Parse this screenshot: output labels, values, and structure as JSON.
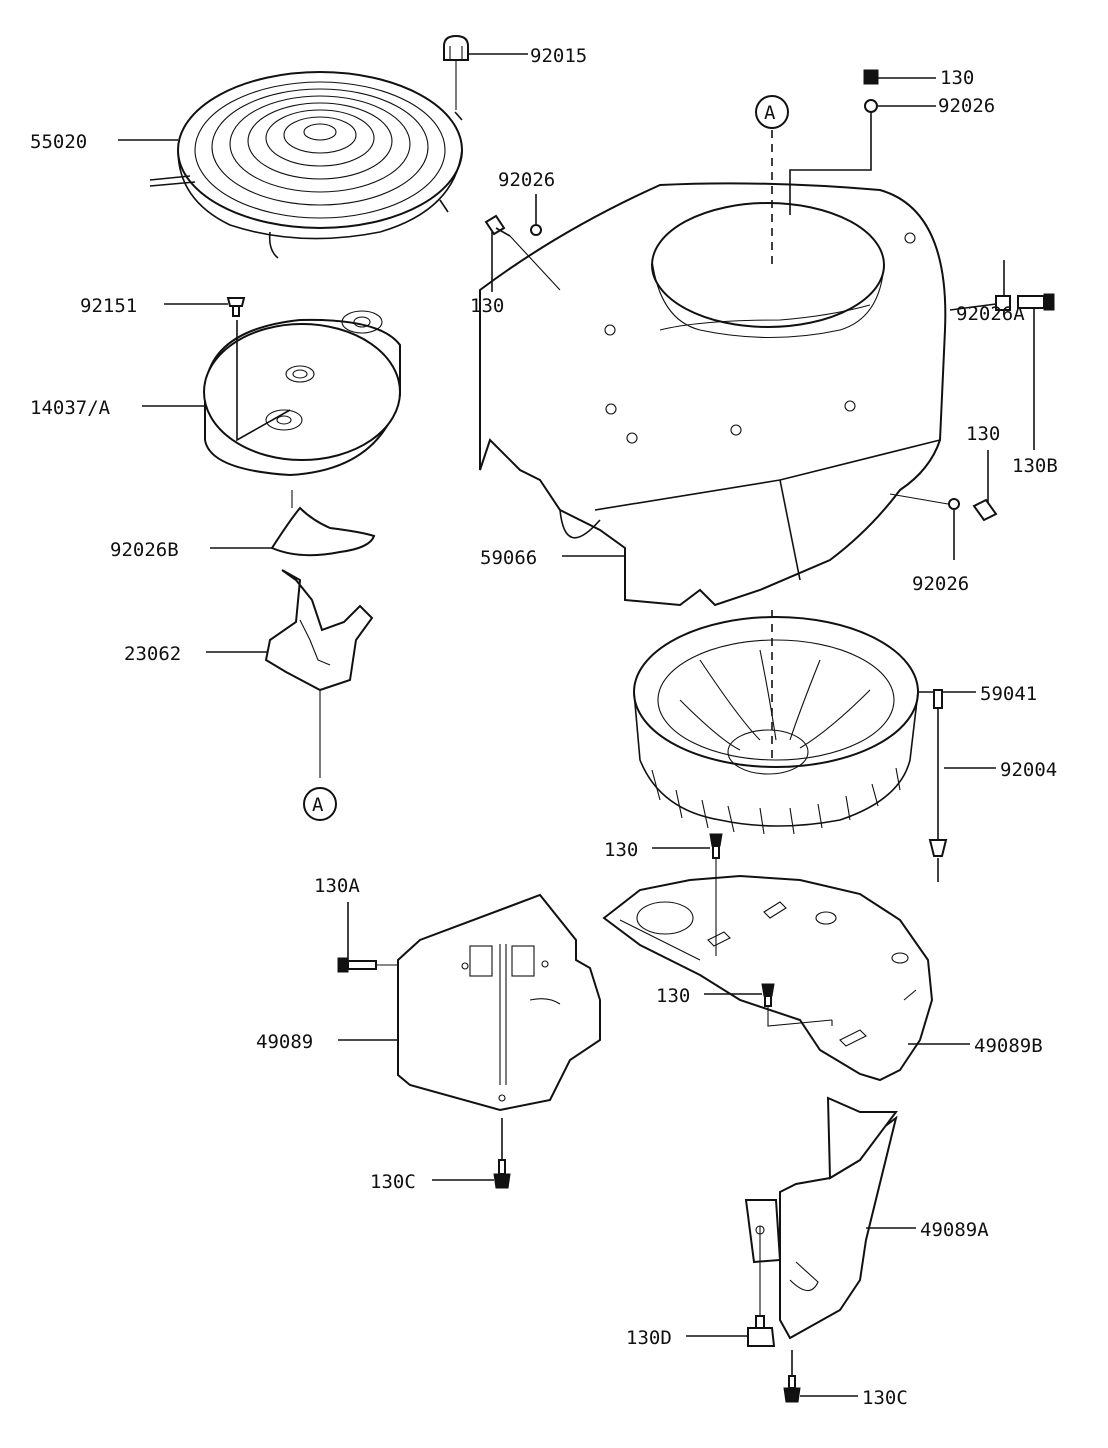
{
  "labels": {
    "l_55020": "55020",
    "l_92015": "92015",
    "l_130_top": "130",
    "l_92026_top": "92026",
    "l_callout_a_top": "A",
    "l_92026_mid": "92026",
    "l_130_mid": "130",
    "l_92151": "92151",
    "l_14037a": "14037/A",
    "l_92026a": "92026A",
    "l_130_right": "130",
    "l_130b": "130B",
    "l_92026b": "92026B",
    "l_59066": "59066",
    "l_92026_low": "92026",
    "l_23062": "23062",
    "l_59041": "59041",
    "l_callout_a_bottom": "A",
    "l_92004": "92004",
    "l_130_fan": "130",
    "l_130a": "130A",
    "l_49089": "49089",
    "l_130_base": "130",
    "l_49089b": "49089B",
    "l_130c_left": "130C",
    "l_49089a": "49089A",
    "l_130d": "130D",
    "l_130c_bottom": "130C"
  }
}
